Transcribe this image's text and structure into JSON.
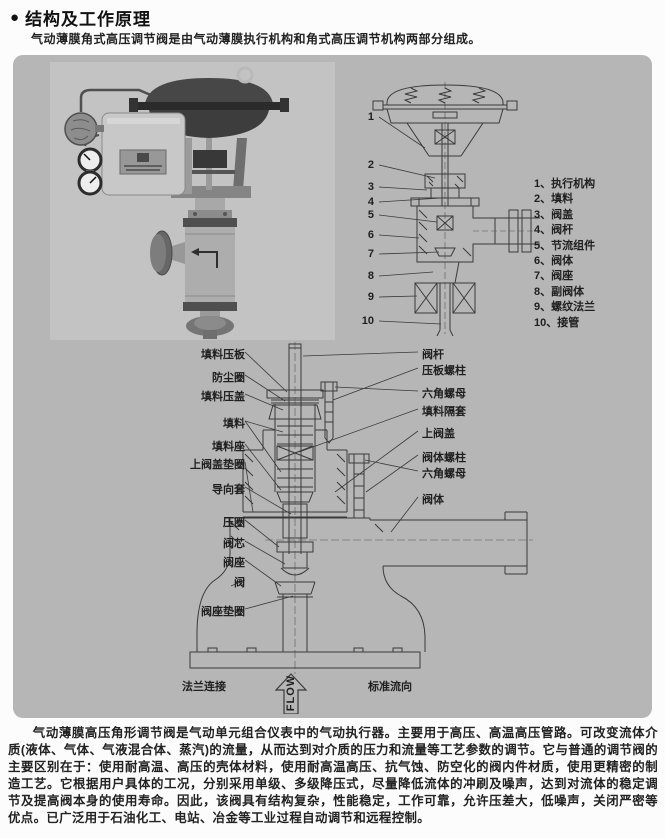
{
  "page": {
    "bullet": "●",
    "title": "结构及工作原理",
    "intro": "气动薄膜角式高压调节阀是由气动薄膜执行机构和角式高压调节机构两部分组成。",
    "body": "气动薄膜高压角形调节阀是气动单元组合仪表中的气动执行器。主要用于高压、高温高压管路。可改变流体介质(液体、气体、气液混合体、蒸汽)的流量，从而达到对介质的压力和流量等工艺参数的调节。它与普通的调节阀的主要区别在于：使用耐高温、高压的壳体材料，使用耐高温高压、抗气蚀、防空化的阀内件材质，使用更精密的制造工艺。它根据用户具体的工况，分别采用单级、多级降压式，尽量降低流体的冲刷及噪声，达到对流体的稳定调节及提高阀本身的使用寿命。因此，该阀具有结构复杂，性能稳定，工作可靠，允许压差大，低噪声，关闭严密等优点。已广泛用于石油化工、电站、冶金等工业过程自动调节和远程控制。"
  },
  "section_diagram": {
    "numbers": [
      "1",
      "2",
      "3",
      "4",
      "5",
      "6",
      "7",
      "8",
      "9",
      "10"
    ]
  },
  "legend": [
    "1、执行机构",
    "2、填料",
    "3、阀盖",
    "4、阀杆",
    "5、节流组件",
    "6、阀体",
    "7、阀座",
    "8、副阀体",
    "9、螺纹法兰",
    "10、接管"
  ],
  "detail_diagram": {
    "left_labels": [
      "填料压板",
      "防尘圈",
      "填料压盖",
      "填料",
      "填料座",
      "上阀盖垫圈",
      "导向套",
      "压圈",
      "阀芯",
      "阀座",
      "阀",
      "阀座垫圈"
    ],
    "right_labels": [
      "阀杆",
      "压板螺柱",
      "六角螺母",
      "填料隔套",
      "上阀盖",
      "阀体螺柱",
      "六角螺母",
      "阀体"
    ],
    "flange_label": "法兰连接",
    "flow_label": "FLOW",
    "direction_label": "标准流向"
  },
  "colors": {
    "panel_bg": "#b5b6b5",
    "line": "#3a3a3a",
    "text": "#1c1c1c"
  }
}
